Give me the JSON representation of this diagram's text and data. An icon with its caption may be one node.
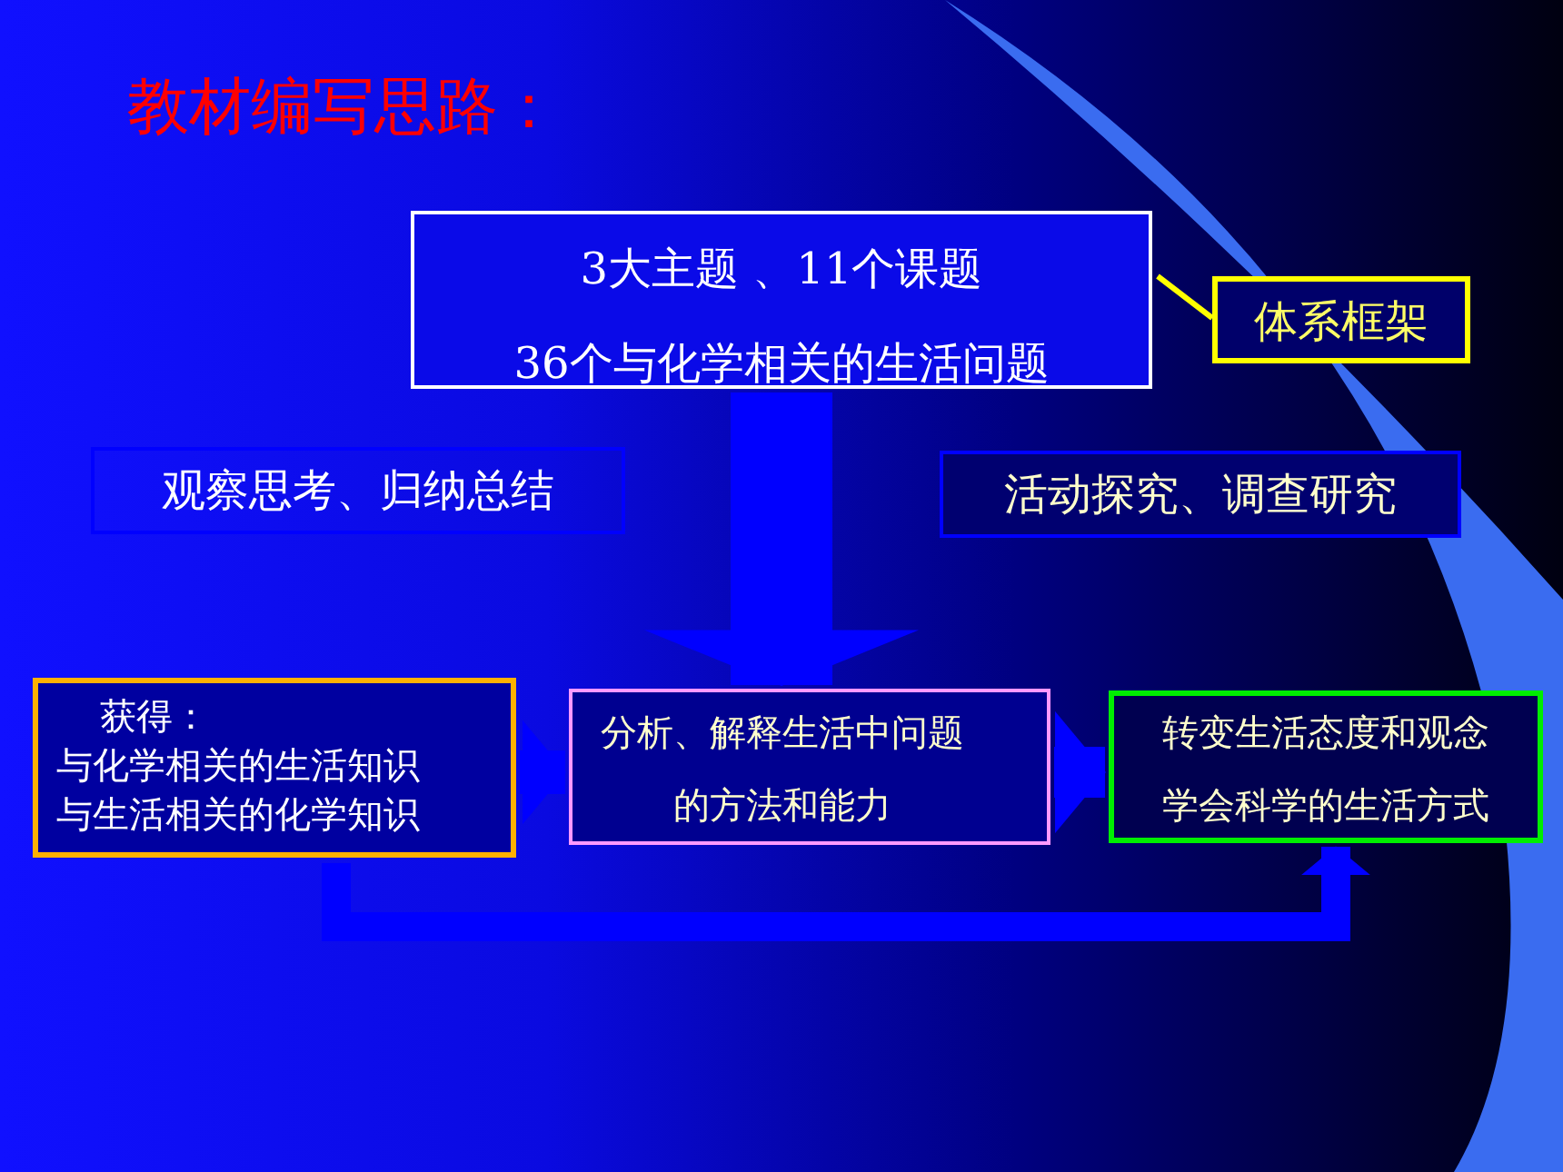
{
  "diagram": {
    "title": "教材编写思路：",
    "nodes": [
      {
        "text": [
          "3大主题 、11个课题",
          "36个与化学相关的生活问题"
        ]
      },
      {
        "text": [
          "体系框架"
        ]
      },
      {
        "text": [
          "观察思考、归纳总结"
        ]
      },
      {
        "text": [
          "活动探究、调查研究"
        ]
      },
      {
        "text": [
          "获得：",
          "与化学相关的生活知识",
          "与生活相关的化学知识"
        ]
      },
      {
        "text": [
          "分析、解释生活中问题的方法和能力"
        ]
      },
      {
        "text": [
          "转变生活态度和观念",
          "学会科学的生活方式"
        ]
      }
    ],
    "edges": [
      {
        "from": 1,
        "to": 0,
        "arrow": "none",
        "color": "#ffff00"
      },
      {
        "from": 0,
        "to": 5,
        "arrow": "to",
        "style": "thick"
      },
      {
        "from": 4,
        "to": 5,
        "arrow": "to"
      },
      {
        "from": 5,
        "to": 6,
        "arrow": "to"
      },
      {
        "from": 4,
        "to": 6,
        "arrow": "to"
      }
    ]
  }
}
